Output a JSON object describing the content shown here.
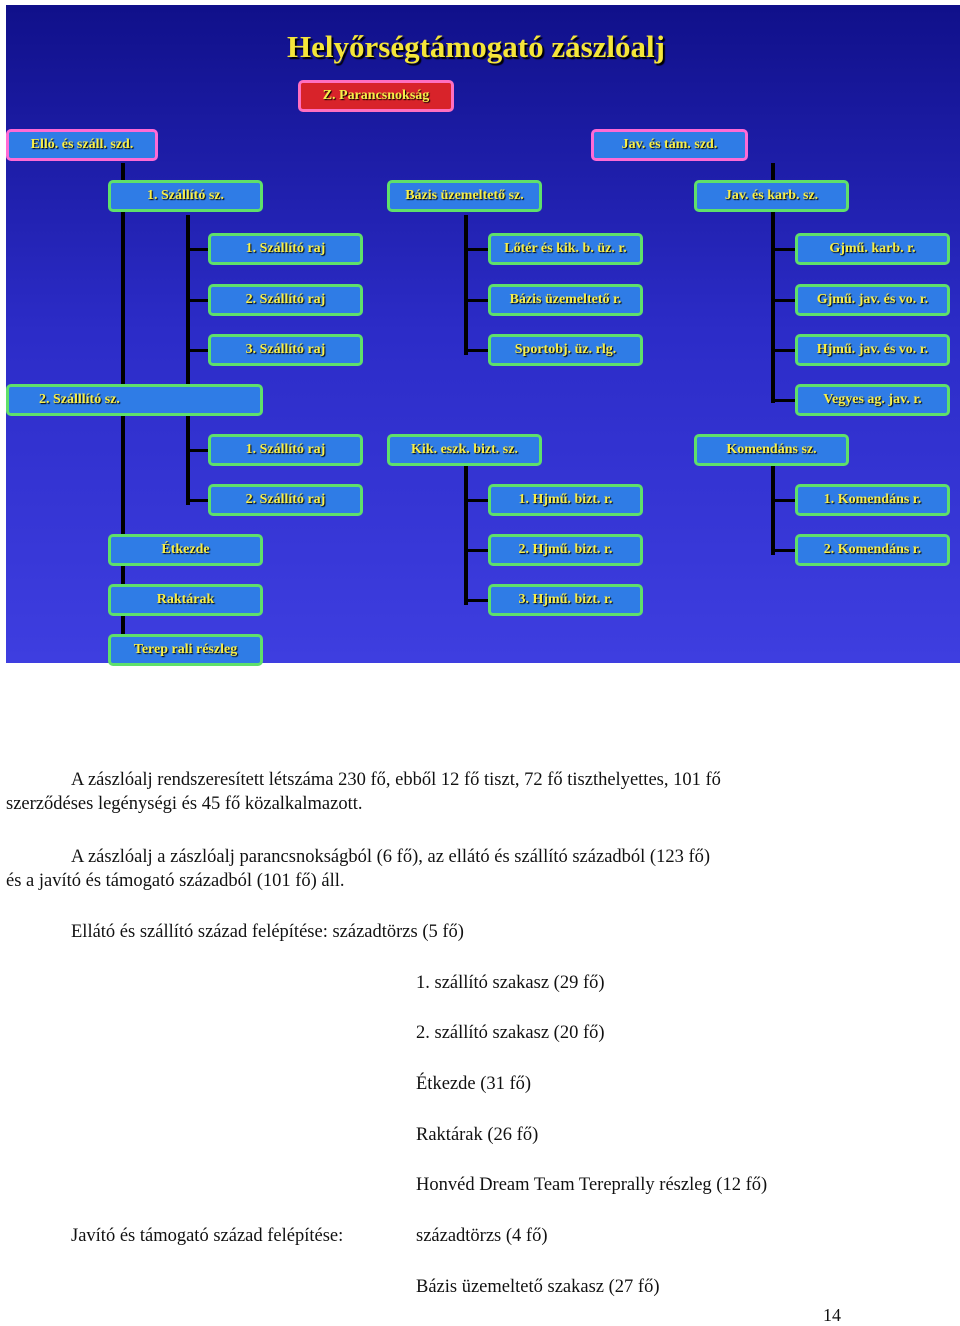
{
  "org": {
    "title": "Helyőrségtámogató zászlóalj",
    "command": "Z. Parancsnokság",
    "left_company": "Elló. és száll. szd.",
    "right_company": "Jav. és tám. szd.",
    "r1": [
      "1. Szállító sz.",
      "Bázis üzemeltető sz.",
      "Jav. és karb. sz."
    ],
    "r2": [
      "1. Szállító raj",
      "Lőtér és kik. b. üz. r.",
      "Gjmű. karb. r."
    ],
    "r3": [
      "2. Szállító raj",
      "Bázis üzemeltető r.",
      "Gjmű. jav. és vo. r."
    ],
    "r4": [
      "3. Szállító raj",
      "Sportobj. üz. rlg.",
      "Hjmű. jav. és vo. r."
    ],
    "r5": [
      "2. Szálllító sz.",
      "Vegyes ag. jav. r."
    ],
    "r6": [
      "1. Szállító raj",
      "Kik. eszk. bizt. sz.",
      "Komendáns sz."
    ],
    "r7": [
      "2. Szállító raj",
      "1. Hjmű. bizt. r.",
      "1. Komendáns r."
    ],
    "r8": [
      "Étkezde",
      "2. Hjmű. bizt. r.",
      "2. Komendáns r."
    ],
    "r9": [
      "Raktárak",
      "3. Hjmű. bizt. r."
    ],
    "r10": [
      "Terep rali részleg"
    ]
  },
  "text": {
    "p1_l1": "A zászlóalj rendszeresített létszáma 230 fő, ebből 12 fő tiszt, 72 fő tiszthelyettes, 101 fő",
    "p1_l2": "szerződéses legénységi és 45 fő közalkalmazott.",
    "p2_l1": "A zászlóalj a zászlóalj parancsnokságból (6 fő), az ellátó és szállító századból (123 fő)",
    "p2_l2": "és a javító és támogató századból (101 fő) áll.",
    "s1_label": "Ellátó és szállító század felépítése: századtörzs (5 fő)",
    "s1_items": [
      "1. szállító szakasz (29 fő)",
      "2. szállító szakasz (20 fő)",
      "Étkezde (31 fő)",
      "Raktárak (26 fő)",
      "Honvéd Dream Team Tereprally részleg (12 fő)"
    ],
    "s2_label": "Javító és támogató század felépítése:",
    "s2_items": [
      "századtörzs (4 fő)",
      "Bázis üzemeltető szakasz (27 fő)"
    ],
    "page_number": "14"
  }
}
